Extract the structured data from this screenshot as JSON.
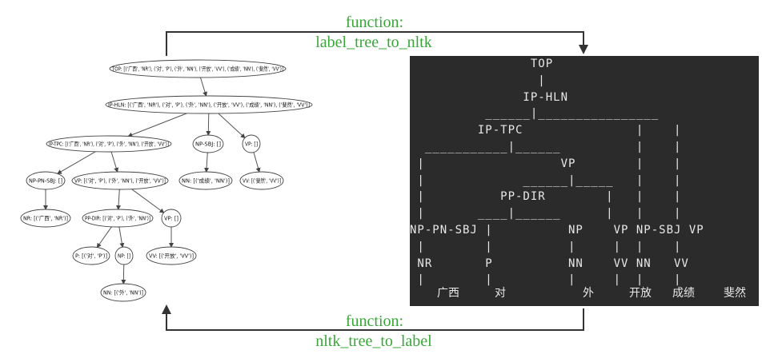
{
  "labels": {
    "top_function": "function:",
    "top_name": "label_tree_to_nltk",
    "bottom_function": "function:",
    "bottom_name": "nltk_tree_to_label"
  },
  "colors": {
    "label_green": "#3aa63a",
    "terminal_bg": "#2b2b2b",
    "terminal_text": "#e8e8e8",
    "arrow": "#333333"
  },
  "graph": {
    "nodes": [
      {
        "id": "top",
        "text": "TOP: [('广西', 'NR'), ('对', 'P'), ('外', 'NN'), ('开放', 'VV'), ('成绩', 'NN'), ('斐然', 'VV')]"
      },
      {
        "id": "iphln",
        "text": "IP-HLN: [('广西', 'NR'), ('对', 'P'), ('外', 'NN'), ('开放', 'VV'), ('成绩', 'NN'), ('斐然', 'VV')]"
      },
      {
        "id": "iptpc",
        "text": "IP-TPC: [('广西', 'NR'), ('对', 'P'), ('外', 'NN'), ('开放', 'VV')]"
      },
      {
        "id": "npsbj",
        "text": "NP-SBJ: []"
      },
      {
        "id": "vp1",
        "text": "VP: []"
      },
      {
        "id": "nppnsbj",
        "text": "NP-PN-SBJ: []"
      },
      {
        "id": "vp2",
        "text": "VP: [('对', 'P'), ('外', 'NN'), ('开放', 'VV')]"
      },
      {
        "id": "nn1",
        "text": "NN: [('成绩', 'NN')]"
      },
      {
        "id": "vv1",
        "text": "VV: [('斐然', 'VV')]"
      },
      {
        "id": "nr",
        "text": "NR: [('广西', 'NR')]"
      },
      {
        "id": "ppdir",
        "text": "PP-DIR: [('对', 'P'), ('外', 'NN')]"
      },
      {
        "id": "vp3",
        "text": "VP: []"
      },
      {
        "id": "p",
        "text": "P: [('对', 'P')]"
      },
      {
        "id": "np",
        "text": "NP: []"
      },
      {
        "id": "vv2",
        "text": "VV: [('开放', 'VV')]"
      },
      {
        "id": "nn2",
        "text": "NN: [('外', 'NN')]"
      }
    ],
    "edges": [
      [
        "top",
        "iphln"
      ],
      [
        "iphln",
        "iptpc"
      ],
      [
        "iphln",
        "npsbj"
      ],
      [
        "iphln",
        "vp1"
      ],
      [
        "iptpc",
        "nppnsbj"
      ],
      [
        "iptpc",
        "vp2"
      ],
      [
        "npsbj",
        "nn1"
      ],
      [
        "vp1",
        "vv1"
      ],
      [
        "nppnsbj",
        "nr"
      ],
      [
        "vp2",
        "ppdir"
      ],
      [
        "vp2",
        "vp3"
      ],
      [
        "ppdir",
        "p"
      ],
      [
        "ppdir",
        "np"
      ],
      [
        "vp3",
        "vv2"
      ],
      [
        "np",
        "nn2"
      ]
    ]
  },
  "terminal": {
    "tree_lines": [
      "                TOP",
      "                 |",
      "               IP-HLN",
      "          ______|________________",
      "         IP-TPC               |    |",
      "  ___________|______          |    |",
      " |                  VP        |    |",
      " |             ______|_____   |    |",
      " |          PP-DIR        |   |    |",
      " |       ____|______      |   |    |",
      "NP-PN-SBJ |          NP    VP NP-SBJ VP",
      " |        |          |     |  |    |",
      " NR       P          NN    VV NN   VV",
      " |        |          |     |  |    |"
    ],
    "leaves": [
      "广西",
      "对",
      "外",
      "开放",
      "成绩",
      "斐然"
    ]
  }
}
